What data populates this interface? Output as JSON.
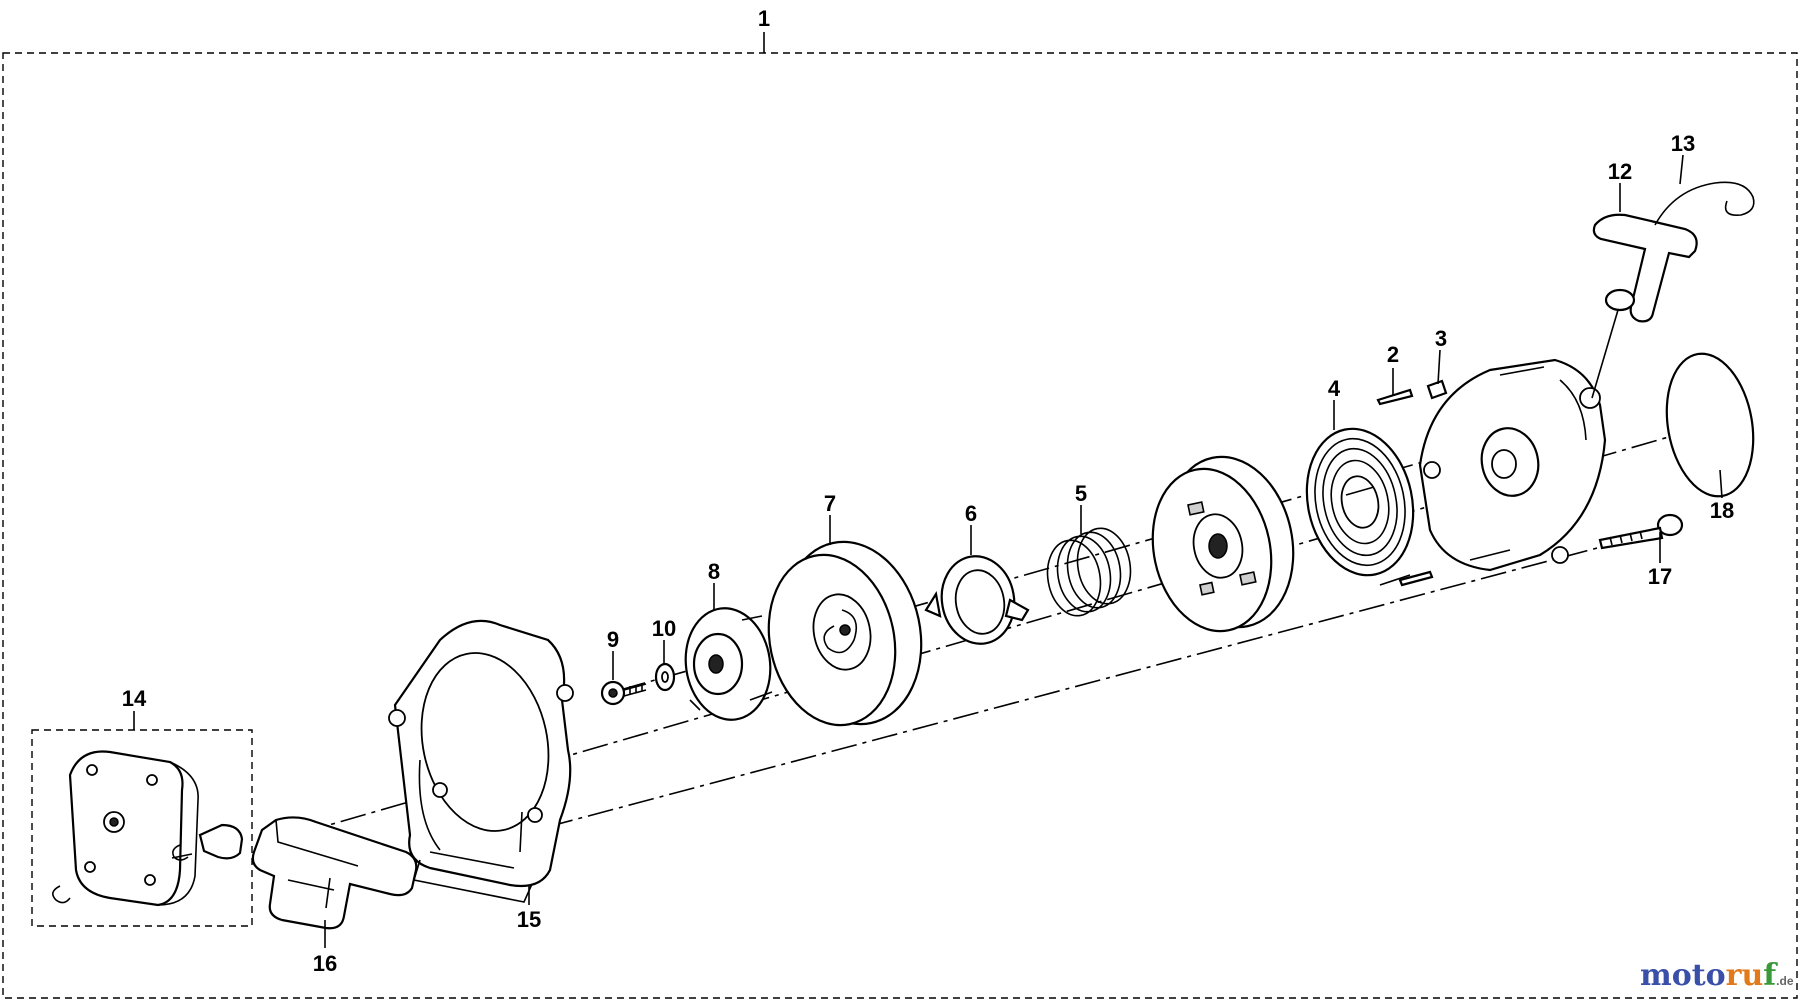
{
  "callouts": [
    {
      "id": "c1",
      "label": "1"
    },
    {
      "id": "c2",
      "label": "2"
    },
    {
      "id": "c3",
      "label": "3"
    },
    {
      "id": "c4",
      "label": "4"
    },
    {
      "id": "c5",
      "label": "5"
    },
    {
      "id": "c6",
      "label": "6"
    },
    {
      "id": "c7",
      "label": "7"
    },
    {
      "id": "c8",
      "label": "8"
    },
    {
      "id": "c9",
      "label": "9"
    },
    {
      "id": "c10",
      "label": "10"
    },
    {
      "id": "c12",
      "label": "12"
    },
    {
      "id": "c13",
      "label": "13"
    },
    {
      "id": "c14",
      "label": "14"
    },
    {
      "id": "c15",
      "label": "15"
    },
    {
      "id": "c16",
      "label": "16"
    },
    {
      "id": "c17",
      "label": "17"
    },
    {
      "id": "c18",
      "label": "18"
    }
  ],
  "watermark": {
    "letters": [
      {
        "char": "m",
        "color": "#3a4fa8"
      },
      {
        "char": "o",
        "color": "#3a4fa8"
      },
      {
        "char": "t",
        "color": "#3a4fa8"
      },
      {
        "char": "o",
        "color": "#3a4fa8"
      },
      {
        "char": "r",
        "color": "#e07a1a"
      },
      {
        "char": "u",
        "color": "#e07a1a"
      },
      {
        "char": "f",
        "color": "#3a9a3a"
      }
    ],
    "suffix": ".de"
  }
}
